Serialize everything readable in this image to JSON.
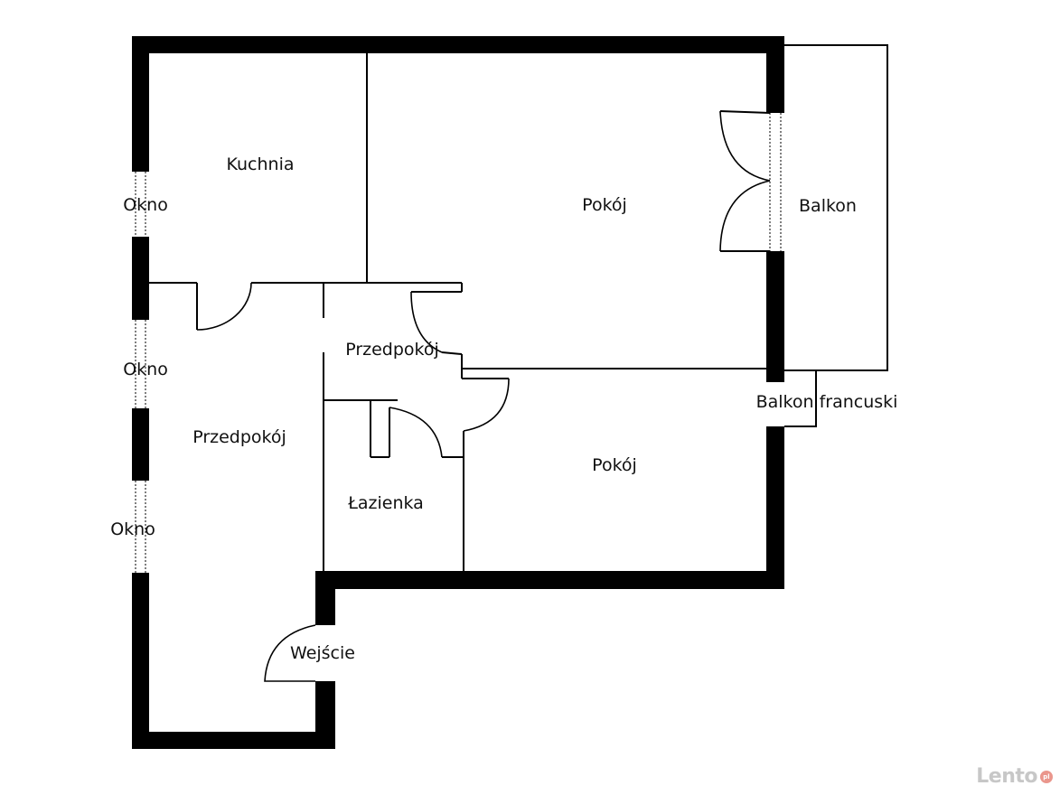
{
  "rooms": {
    "kitchen": "Kuchnia",
    "room_top": "Pokój",
    "room_bottom": "Pokój",
    "balcony": "Balkon",
    "hall_small": "Przedpokój",
    "hall_main": "Przedpokój",
    "bathroom": "Łazienka"
  },
  "windows": {
    "top": "Okno",
    "middle": "Okno",
    "bottom": "Okno"
  },
  "french_balcony": "Balkon francuski",
  "entrance": "Wejście",
  "watermark": {
    "text": "Lento",
    "badge": "pl"
  },
  "colors": {
    "walls": "#000000",
    "background": "#ffffff",
    "watermark_badge": "#d9412f"
  }
}
